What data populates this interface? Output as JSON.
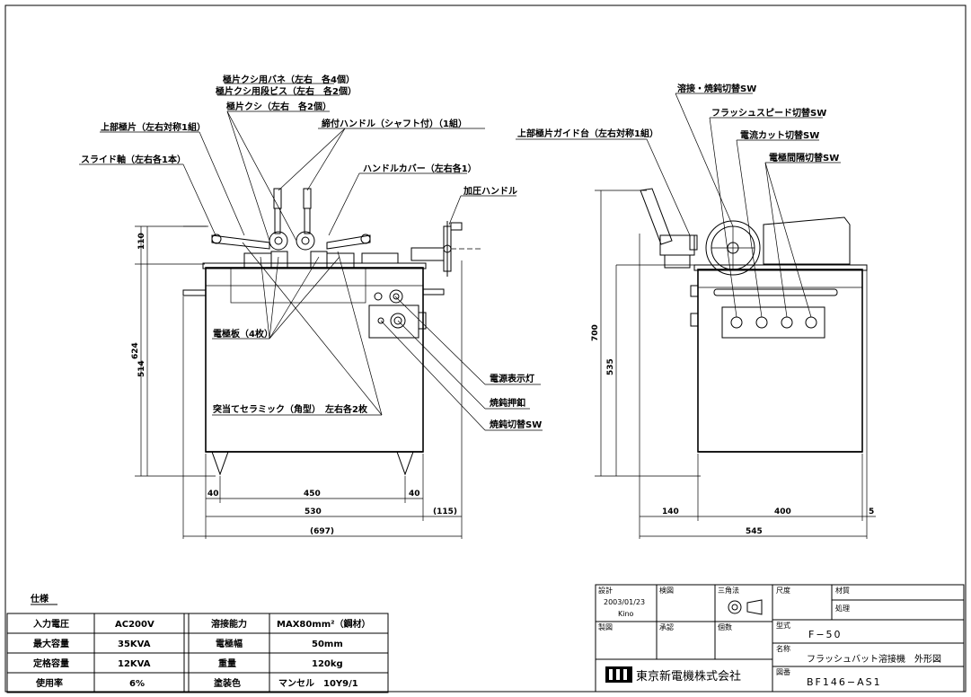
{
  "front_labels": {
    "spring": "極片クシ用バネ（左右　各4個）",
    "step_screw": "極片クシ用段ビス（左右　各2個）",
    "comb": "極片クシ（左右　各2個）",
    "clamp_handle": "締付ハンドル（シャフト付）（1組）",
    "upper_piece": "上部極片（左右対称1組）",
    "handle_cover": "ハンドルカバー（左右各1）",
    "slide_shaft": "スライド軸（左右各1本）",
    "press_handle": "加圧ハンドル",
    "electrode": "電極板（4枚）",
    "power_lamp": "電源表示灯",
    "anneal_button": "焼鈍押釦",
    "anneal_switch": "焼鈍切替SW",
    "ceramic": "突当てセラミック（角型）　左右各2枚"
  },
  "side_labels": {
    "weld_switch": "溶接・焼鈍切替SW",
    "upper_guide": "上部極片ガイド台（左右対称1組）",
    "flash_speed": "フラッシュスピード切替SW",
    "current_cut": "電流カット切替SW",
    "electrode_gap": "電極間隔切替SW"
  },
  "front_dims": {
    "h110": "110",
    "h624": "624",
    "h514": "514",
    "w40a": "40",
    "w450": "450",
    "w40b": "40",
    "w530": "530",
    "w115": "(115)",
    "w697": "(697)"
  },
  "side_dims": {
    "h700": "700",
    "h535": "535",
    "w140": "140",
    "w400": "400",
    "w5": "5",
    "w545": "545"
  },
  "spec": {
    "title": "仕様",
    "rows": [
      {
        "k1": "入力電圧",
        "v1": "AC200V",
        "k2": "溶接能力",
        "v2": "MAX80mm²（鋼材）"
      },
      {
        "k1": "最大容量",
        "v1": "35KVA",
        "k2": "電極幅",
        "v2": "50mm"
      },
      {
        "k1": "定格容量",
        "v1": "12KVA",
        "k2": "重量",
        "v2": "120kg"
      },
      {
        "k1": "使用率",
        "v1": "6%",
        "k2": "塗装色",
        "v2": "マンセル　10Y9/1"
      }
    ]
  },
  "title_block": {
    "design_label": "設計",
    "design_date": "2003/01/23",
    "designer": "Kino",
    "check_label": "検図",
    "third_angle": "三角法",
    "scale_label": "尺度",
    "material_label": "材質",
    "treatment_label": "処理",
    "drafting_label": "製図",
    "approval_label": "承認",
    "quantity_label": "個数",
    "model_label": "型式",
    "model": "F−50",
    "name_label": "名称",
    "name": "フラッシュバット溶接機　外形図",
    "company": "東京新電機株式会社",
    "drawing_no_label": "図番",
    "drawing_no": "BF146−AS1"
  }
}
